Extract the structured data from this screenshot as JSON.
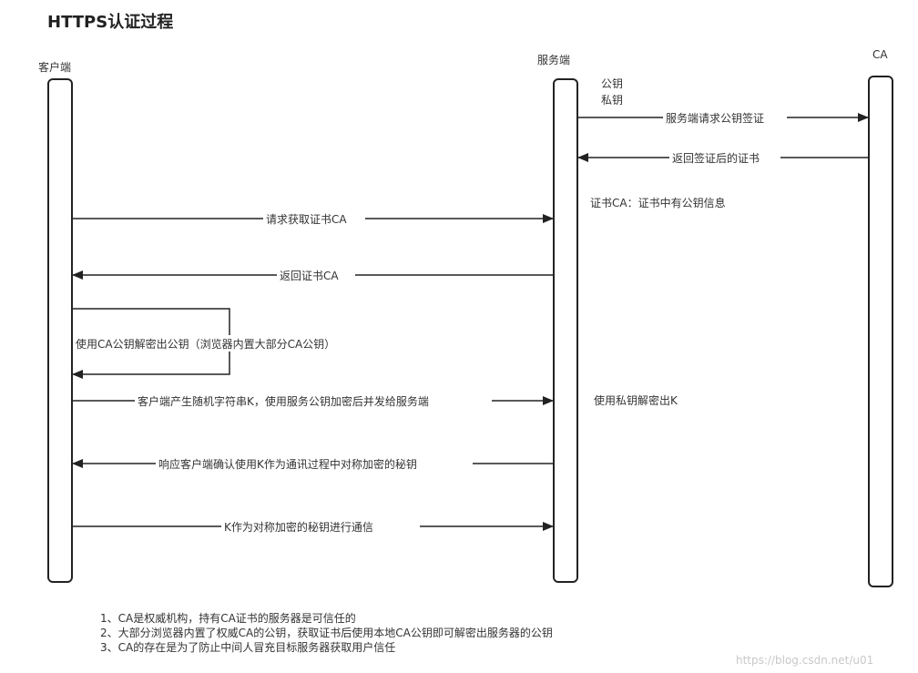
{
  "title": "HTTPS认证过程",
  "actors": {
    "client": "客户端",
    "server": "服务端",
    "ca": "CA"
  },
  "server_keys": [
    "公钥",
    "私钥"
  ],
  "messages": {
    "m1": "服务端请求公钥签证",
    "m2": "返回签证后的证书",
    "m3": "请求获取证书CA",
    "m4": "返回证书CA",
    "m5": "使用CA公钥解密出公钥（浏览器内置大部分CA公钥）",
    "m6": "客户端产生随机字符串K，使用服务公钥加密后并发给服务端",
    "m7": "响应客户端确认使用K作为通讯过程中对称加密的秘钥",
    "m8": "K作为对称加密的秘钥进行通信"
  },
  "notes_right": {
    "cert_info": "证书CA：证书中有公钥信息",
    "decrypt_k": "使用私钥解密出K"
  },
  "footnotes": [
    "1、CA是权威机构，持有CA证书的服务器是可信任的",
    "2、大部分浏览器内置了权威CA的公钥，获取证书后使用本地CA公钥即可解密出服务器的公钥",
    "3、CA的存在是为了防止中间人冒充目标服务器获取用户信任"
  ],
  "watermark": "https://blog.csdn.net/u01"
}
